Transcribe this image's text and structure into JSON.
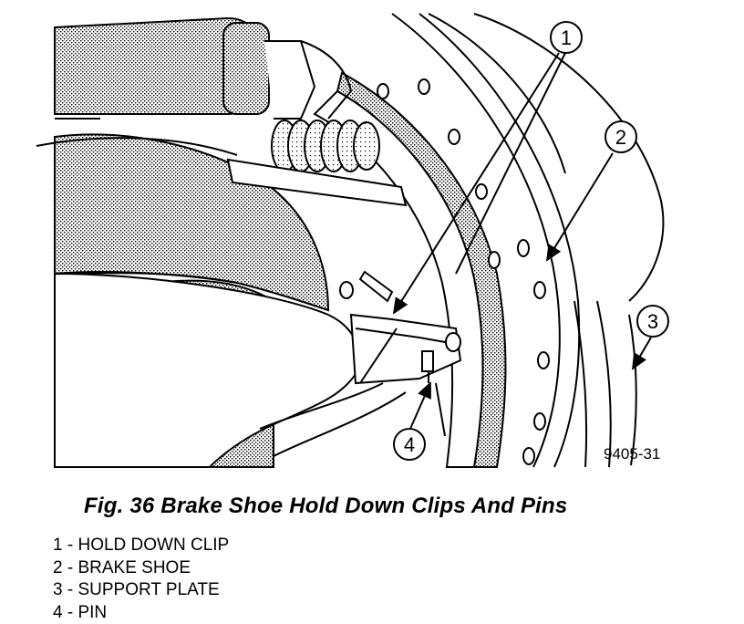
{
  "figure": {
    "code": "9405-31",
    "callouts": [
      "1",
      "2",
      "3",
      "4"
    ]
  },
  "caption": "Fig. 36 Brake Shoe Hold Down Clips And Pins",
  "legend": [
    {
      "num": "1",
      "sep": " - ",
      "label": "HOLD DOWN CLIP"
    },
    {
      "num": "2",
      "sep": " - ",
      "label": "BRAKE SHOE"
    },
    {
      "num": "3",
      "sep": " - ",
      "label": "SUPPORT PLATE"
    },
    {
      "num": "4",
      "sep": " - ",
      "label": "PIN"
    }
  ]
}
